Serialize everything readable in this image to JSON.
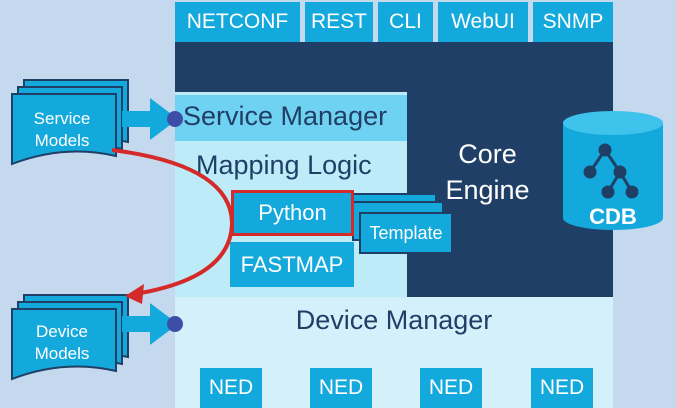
{
  "interfaces": [
    "NETCONF",
    "REST",
    "CLI",
    "WebUI",
    "SNMP"
  ],
  "service_manager": "Service Manager",
  "mapping_logic": "Mapping Logic",
  "python": "Python",
  "template": "Template",
  "fastmap": "FASTMAP",
  "core_engine": [
    "Core",
    "Engine"
  ],
  "cdb": "CDB",
  "device_manager": "Device Manager",
  "neds": [
    "NED",
    "NED",
    "NED",
    "NED"
  ],
  "service_models": [
    "Service",
    "Models"
  ],
  "device_models": [
    "Device",
    "Models"
  ],
  "colors": {
    "background": "#c5d9ee",
    "teal": "#14a9dc",
    "navy": "#1f3f66",
    "light_blue": "#bdebf8",
    "red_arrow": "#d42a2a"
  }
}
